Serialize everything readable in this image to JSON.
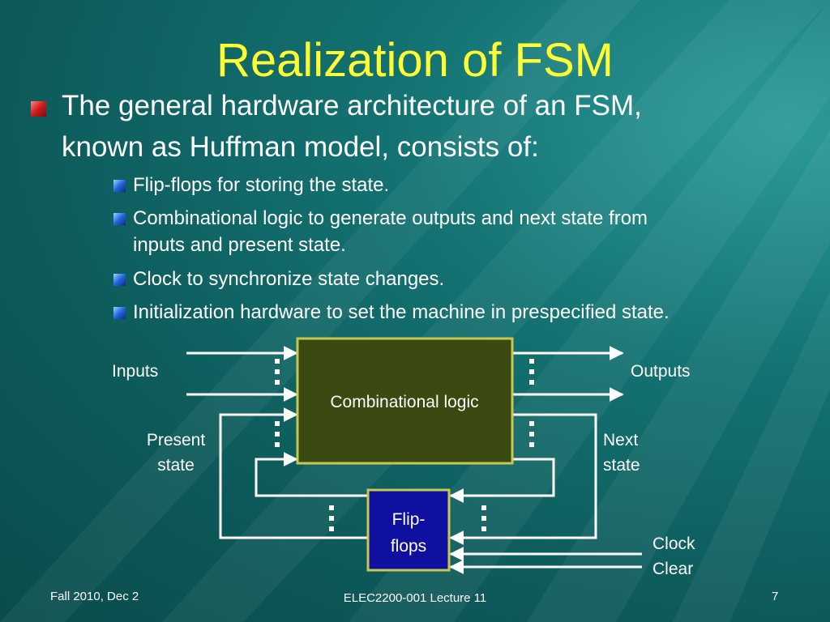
{
  "slide": {
    "title": "Realization of FSM",
    "bullet_main_line1": "The general hardware architecture of an FSM,",
    "bullet_main_line2": "known as Huffman model, consists of:",
    "sub_bullets": [
      "Flip-flops for storing the state.",
      "Combinational logic to generate outputs and next state from",
      "inputs and present state.",
      "Clock to synchronize state changes.",
      "Initialization hardware to set the machine in prespecified state."
    ]
  },
  "diagram": {
    "comb_logic_label": "Combinational logic",
    "flipflops_line1": "Flip-",
    "flipflops_line2": "flops",
    "inputs_label": "Inputs",
    "outputs_label": "Outputs",
    "present_line1": "Present",
    "present_line2": "state",
    "next_line1": "Next",
    "next_line2": "state",
    "clock_label": "Clock",
    "clear_label": "Clear",
    "colors": {
      "comb_fill": "#3a4a10",
      "comb_border": "#c8c850",
      "ff_fill": "#1010a0",
      "ff_border": "#c8c850",
      "wire": "#ffffff"
    }
  },
  "footer": {
    "date": "Fall 2010, Dec 2",
    "course": "ELEC2200-001 Lecture 11",
    "page": "7"
  }
}
